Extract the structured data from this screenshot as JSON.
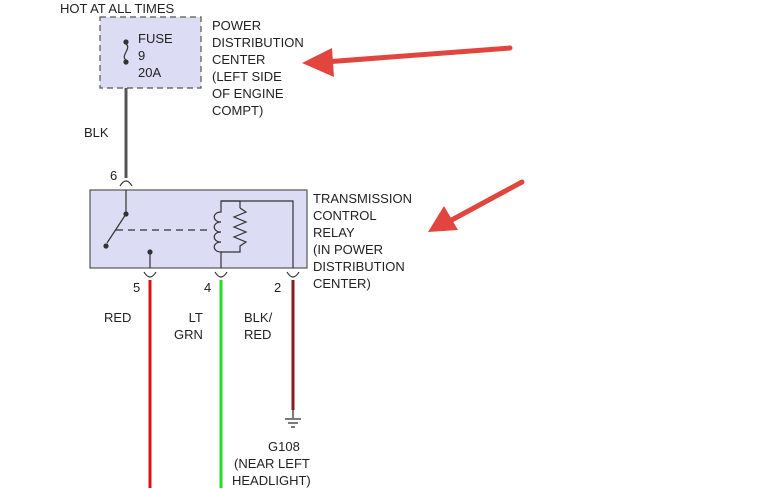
{
  "header": {
    "hot_label": "HOT AT ALL TIMES"
  },
  "fuse": {
    "name": "FUSE",
    "number": "9",
    "rating": "20A"
  },
  "pdc_label": [
    "POWER",
    "DISTRIBUTION",
    "CENTER",
    "(LEFT SIDE",
    "OF ENGINE",
    "COMPT)"
  ],
  "wire_top": {
    "color": "BLK",
    "pin": "6"
  },
  "relay_label": [
    "TRANSMISSION",
    "CONTROL",
    "RELAY",
    "(IN POWER",
    "DISTRIBUTION",
    "CENTER)"
  ],
  "pins": [
    {
      "pin": "5",
      "color": "RED"
    },
    {
      "pin": "4",
      "color": "LT\nGRN"
    },
    {
      "pin": "2",
      "color": "BLK/\nRED"
    }
  ],
  "ground": {
    "id": "G108",
    "location": [
      "(NEAR LEFT",
      "HEADLIGHT)"
    ]
  },
  "colors": {
    "red_wire": "#e01010",
    "green_wire": "#22dd22",
    "blk_red_wire": "#8b1c1c",
    "blk_wire": "#555555",
    "box_fill": "#dcdcf4",
    "arrow": "#e2453d"
  }
}
